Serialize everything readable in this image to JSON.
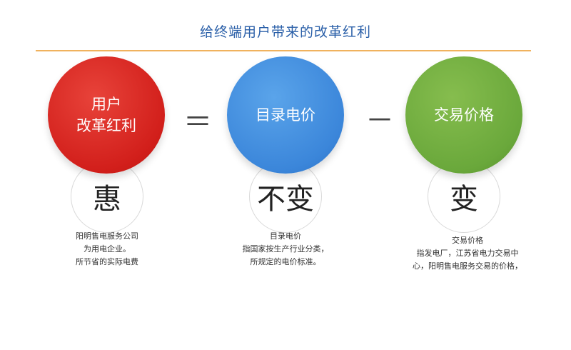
{
  "title": "给终端用户带来的改革红利",
  "circles": {
    "left": {
      "line1": "用户",
      "line2": "改革红利"
    },
    "middle": {
      "label": "目录电价"
    },
    "right": {
      "label": "交易价格"
    }
  },
  "operators": {
    "equals": "＝",
    "minus": "－"
  },
  "sub_circles": {
    "left": "惠",
    "middle": "不变",
    "right": "变"
  },
  "captions": {
    "left": [
      "阳明售电服务公司",
      "为用电企业。",
      "所节省的实际电费"
    ],
    "middle": [
      "目录电价",
      "指国家按生产行业分类，",
      "所规定的电价标准。"
    ],
    "right": [
      "交易价格",
      "指发电厂，江苏省电力交易中",
      "心，阳明售电服务交易的价格，"
    ]
  },
  "colors": {
    "title": "#2a5fa8",
    "rule": "#f0b25e",
    "left_circle": "#d21f1b",
    "middle_circle": "#3b86da",
    "right_circle": "#6aa83b"
  }
}
